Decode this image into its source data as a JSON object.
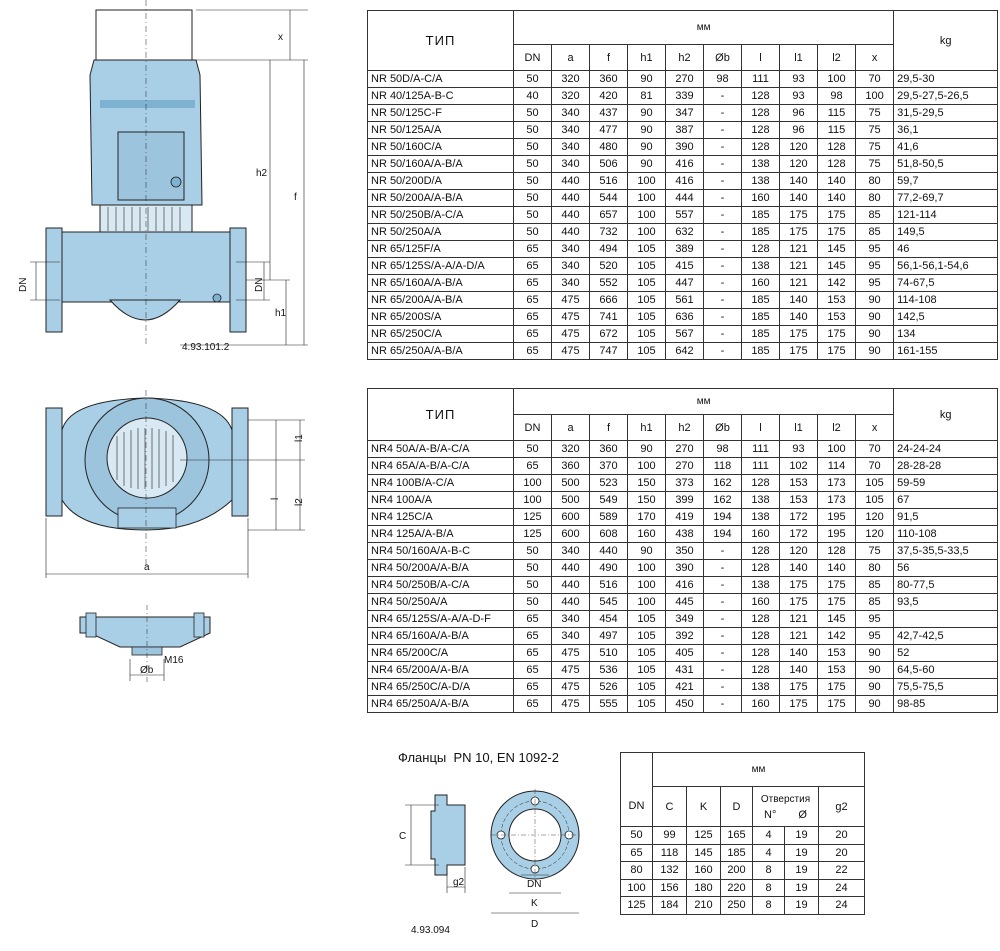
{
  "table1": {
    "type_header": "ТИП",
    "unit_header": "мм",
    "columns": [
      "DN",
      "a",
      "f",
      "h1",
      "h2",
      "Øb",
      "l",
      "l1",
      "l2",
      "x"
    ],
    "weight_header": "kg",
    "rows": [
      [
        "NR 50D/A-C/A",
        "50",
        "320",
        "360",
        "90",
        "270",
        "98",
        "111",
        "93",
        "100",
        "70",
        "29,5-30"
      ],
      [
        "NR 40/125A-B-C",
        "40",
        "320",
        "420",
        "81",
        "339",
        "-",
        "128",
        "93",
        "98",
        "100",
        "29,5-27,5-26,5"
      ],
      [
        "NR 50/125C-F",
        "50",
        "340",
        "437",
        "90",
        "347",
        "-",
        "128",
        "96",
        "115",
        "75",
        "31,5-29,5"
      ],
      [
        "NR 50/125A/A",
        "50",
        "340",
        "477",
        "90",
        "387",
        "-",
        "128",
        "96",
        "115",
        "75",
        "36,1"
      ],
      [
        "NR 50/160C/A",
        "50",
        "340",
        "480",
        "90",
        "390",
        "-",
        "128",
        "120",
        "128",
        "75",
        "41,6"
      ],
      [
        "NR 50/160A/A-B/A",
        "50",
        "340",
        "506",
        "90",
        "416",
        "-",
        "138",
        "120",
        "128",
        "75",
        "51,8-50,5"
      ],
      [
        "NR 50/200D/A",
        "50",
        "440",
        "516",
        "100",
        "416",
        "-",
        "138",
        "140",
        "140",
        "80",
        "59,7"
      ],
      [
        "NR 50/200A/A-B/A",
        "50",
        "440",
        "544",
        "100",
        "444",
        "-",
        "160",
        "140",
        "140",
        "80",
        "77,2-69,7"
      ],
      [
        "NR 50/250B/A-C/A",
        "50",
        "440",
        "657",
        "100",
        "557",
        "-",
        "185",
        "175",
        "175",
        "85",
        "121-114"
      ],
      [
        "NR 50/250A/A",
        "50",
        "440",
        "732",
        "100",
        "632",
        "-",
        "185",
        "175",
        "175",
        "85",
        "149,5"
      ],
      [
        "NR 65/125F/A",
        "65",
        "340",
        "494",
        "105",
        "389",
        "-",
        "128",
        "121",
        "145",
        "95",
        "46"
      ],
      [
        "NR 65/125S/A-A/A-D/A",
        "65",
        "340",
        "520",
        "105",
        "415",
        "-",
        "138",
        "121",
        "145",
        "95",
        "56,1-56,1-54,6"
      ],
      [
        "NR 65/160A/A-B/A",
        "65",
        "340",
        "552",
        "105",
        "447",
        "-",
        "160",
        "121",
        "142",
        "95",
        "74-67,5"
      ],
      [
        "NR 65/200A/A-B/A",
        "65",
        "475",
        "666",
        "105",
        "561",
        "-",
        "185",
        "140",
        "153",
        "90",
        "114-108"
      ],
      [
        "NR 65/200S/A",
        "65",
        "475",
        "741",
        "105",
        "636",
        "-",
        "185",
        "140",
        "153",
        "90",
        "142,5"
      ],
      [
        "NR 65/250C/A",
        "65",
        "475",
        "672",
        "105",
        "567",
        "-",
        "185",
        "175",
        "175",
        "90",
        "134"
      ],
      [
        "NR 65/250A/A-B/A",
        "65",
        "475",
        "747",
        "105",
        "642",
        "-",
        "185",
        "175",
        "175",
        "90",
        "161-155"
      ]
    ]
  },
  "table2": {
    "type_header": "ТИП",
    "unit_header": "мм",
    "columns": [
      "DN",
      "a",
      "f",
      "h1",
      "h2",
      "Øb",
      "l",
      "l1",
      "l2",
      "x"
    ],
    "weight_header": "kg",
    "rows": [
      [
        "NR4 50A/A-B/A-C/A",
        "50",
        "320",
        "360",
        "90",
        "270",
        "98",
        "111",
        "93",
        "100",
        "70",
        "24-24-24"
      ],
      [
        "NR4 65A/A-B/A-C/A",
        "65",
        "360",
        "370",
        "100",
        "270",
        "118",
        "111",
        "102",
        "114",
        "70",
        "28-28-28"
      ],
      [
        "NR4 100B/A-C/A",
        "100",
        "500",
        "523",
        "150",
        "373",
        "162",
        "128",
        "153",
        "173",
        "105",
        "59-59"
      ],
      [
        "NR4 100A/A",
        "100",
        "500",
        "549",
        "150",
        "399",
        "162",
        "138",
        "153",
        "173",
        "105",
        "67"
      ],
      [
        "NR4 125C/A",
        "125",
        "600",
        "589",
        "170",
        "419",
        "194",
        "138",
        "172",
        "195",
        "120",
        "91,5"
      ],
      [
        "NR4 125A/A-B/A",
        "125",
        "600",
        "608",
        "160",
        "438",
        "194",
        "160",
        "172",
        "195",
        "120",
        "110-108"
      ],
      [
        "NR4 50/160A/A-B-C",
        "50",
        "340",
        "440",
        "90",
        "350",
        "-",
        "128",
        "120",
        "128",
        "75",
        "37,5-35,5-33,5"
      ],
      [
        "NR4 50/200A/A-B/A",
        "50",
        "440",
        "490",
        "100",
        "390",
        "-",
        "128",
        "140",
        "140",
        "80",
        "56"
      ],
      [
        "NR4 50/250B/A-C/A",
        "50",
        "440",
        "516",
        "100",
        "416",
        "-",
        "138",
        "175",
        "175",
        "85",
        "80-77,5"
      ],
      [
        "NR4 50/250A/A",
        "50",
        "440",
        "545",
        "100",
        "445",
        "-",
        "160",
        "175",
        "175",
        "85",
        "93,5"
      ],
      [
        "NR4 65/125S/A-A/A-D-F",
        "65",
        "340",
        "454",
        "105",
        "349",
        "-",
        "128",
        "121",
        "145",
        "95",
        ""
      ],
      [
        "NR4 65/160A/A-B/A",
        "65",
        "340",
        "497",
        "105",
        "392",
        "-",
        "128",
        "121",
        "142",
        "95",
        "42,7-42,5"
      ],
      [
        "NR4 65/200C/A",
        "65",
        "475",
        "510",
        "105",
        "405",
        "-",
        "128",
        "140",
        "153",
        "90",
        "52"
      ],
      [
        "NR4 65/200A/A-B/A",
        "65",
        "475",
        "536",
        "105",
        "431",
        "-",
        "128",
        "140",
        "153",
        "90",
        "64,5-60"
      ],
      [
        "NR4 65/250C/A-D/A",
        "65",
        "475",
        "526",
        "105",
        "421",
        "-",
        "138",
        "175",
        "175",
        "90",
        "75,5-75,5"
      ],
      [
        "NR4 65/250A/A-B/A",
        "65",
        "475",
        "555",
        "105",
        "450",
        "-",
        "160",
        "175",
        "175",
        "90",
        "98-85"
      ]
    ]
  },
  "flanges": {
    "title": "Фланцы",
    "standard": "PN 10, EN 1092-2",
    "unit_header": "мм",
    "columns": {
      "dn": "DN",
      "c": "C",
      "k": "K",
      "d": "D",
      "holes": "Отверстия",
      "holes_no": "N°",
      "holes_dia": "Ø",
      "g2": "g2"
    },
    "rows": [
      [
        "50",
        "99",
        "125",
        "165",
        "4",
        "19",
        "20"
      ],
      [
        "65",
        "118",
        "145",
        "185",
        "4",
        "19",
        "20"
      ],
      [
        "80",
        "132",
        "160",
        "200",
        "8",
        "19",
        "22"
      ],
      [
        "100",
        "156",
        "180",
        "220",
        "8",
        "19",
        "24"
      ],
      [
        "125",
        "184",
        "210",
        "250",
        "8",
        "19",
        "24"
      ]
    ]
  },
  "drawings": {
    "side_ref": "4.93.101.2",
    "flange_ref": "4.93.094",
    "labels": {
      "x": "x",
      "h2": "h2",
      "f": "f",
      "h1": "h1",
      "dn": "DN",
      "dn2": "DN",
      "l1": "l1",
      "l": "l",
      "l2": "l2",
      "a": "a",
      "m16": "M16",
      "ob": "Øb",
      "c": "C",
      "g2": "g2",
      "fdn": "DN",
      "k": "K",
      "d": "D"
    }
  },
  "colors": {
    "pump_blue": "#a9cfe6",
    "pump_shade": "#7fb1d0",
    "line": "#222222"
  }
}
